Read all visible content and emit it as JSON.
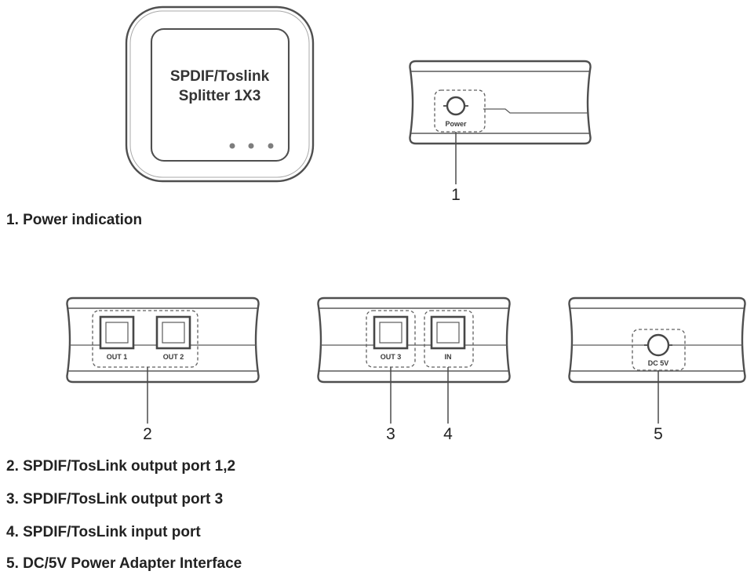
{
  "top_view": {
    "title_line1": "SPDIF/Toslink",
    "title_line2": "Splitter 1X3"
  },
  "power_view": {
    "led_label": "Power",
    "callout": "1"
  },
  "output12_view": {
    "port1_label": "OUT 1",
    "port2_label": "OUT 2",
    "callout": "2"
  },
  "output3_in_view": {
    "port1_label": "OUT 3",
    "port2_label": "IN",
    "callout_out3": "3",
    "callout_in": "4"
  },
  "dc_view": {
    "port_label": "DC 5V",
    "callout": "5"
  },
  "legend": {
    "item1": "1. Power indication",
    "item2": "2. SPDIF/TosLink output port 1,2",
    "item3": "3. SPDIF/TosLink output port 3",
    "item4": "4. SPDIF/TosLink input port",
    "item5": "5. DC/5V Power Adapter Interface"
  },
  "colors": {
    "line": "#4f4f4f",
    "text": "#222222",
    "background": "#ffffff"
  }
}
